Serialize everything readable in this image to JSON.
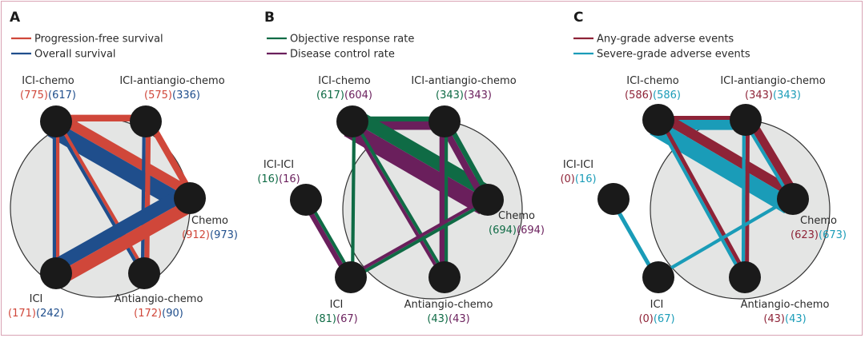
{
  "chart_data": [
    {
      "type": "network",
      "panel": "A",
      "legend": [
        {
          "label": "Progression-free survival",
          "color": "#d0473a"
        },
        {
          "label": "Overall survival",
          "color": "#1f4e8c"
        }
      ],
      "nodes": [
        {
          "id": "ici-chemo",
          "label": "ICI-chemo",
          "counts": [
            "(775)",
            "(617)"
          ]
        },
        {
          "id": "ici-antiangio-chemo",
          "label": "ICI-antiangio-chemo",
          "counts": [
            "(575)",
            "(336)"
          ]
        },
        {
          "id": "chemo",
          "label": "Chemo",
          "counts": [
            "(912)",
            "(973)"
          ]
        },
        {
          "id": "antiangio-chemo",
          "label": "Antiangio-chemo",
          "counts": [
            "(172)",
            "(90)"
          ]
        },
        {
          "id": "ici",
          "label": "ICI",
          "counts": [
            "(171)",
            "(242)"
          ]
        }
      ],
      "edges": [
        {
          "from": "ici-chemo",
          "to": "ici-antiangio-chemo",
          "weights": [
            2,
            0
          ]
        },
        {
          "from": "ici-chemo",
          "to": "chemo",
          "weights": [
            3,
            5
          ]
        },
        {
          "from": "ici-chemo",
          "to": "ici",
          "weights": [
            1,
            1
          ]
        },
        {
          "from": "ici-chemo",
          "to": "antiangio-chemo",
          "weights": [
            1,
            1
          ]
        },
        {
          "from": "ici-antiangio-chemo",
          "to": "chemo",
          "weights": [
            2,
            0
          ]
        },
        {
          "from": "ici-antiangio-chemo",
          "to": "antiangio-chemo",
          "weights": [
            1.5,
            1
          ]
        },
        {
          "from": "chemo",
          "to": "ici",
          "weights": [
            4,
            4
          ]
        }
      ]
    },
    {
      "type": "network",
      "panel": "B",
      "legend": [
        {
          "label": "Objective response rate",
          "color": "#0f6b45"
        },
        {
          "label": "Disease control rate",
          "color": "#6a1f5c"
        }
      ],
      "nodes": [
        {
          "id": "ici-chemo",
          "label": "ICI-chemo",
          "counts": [
            "(617)",
            "(604)"
          ]
        },
        {
          "id": "ici-antiangio-chemo",
          "label": "ICI-antiangio-chemo",
          "counts": [
            "(343)",
            "(343)"
          ]
        },
        {
          "id": "ici-ici",
          "label": "ICI-ICI",
          "counts": [
            "(16)",
            "(16)"
          ]
        },
        {
          "id": "chemo",
          "label": "Chemo",
          "counts": [
            "(694)",
            "(694)"
          ]
        },
        {
          "id": "antiangio-chemo",
          "label": "Antiangio-chemo",
          "counts": [
            "(43)",
            "(43)"
          ]
        },
        {
          "id": "ici",
          "label": "ICI",
          "counts": [
            "(81)",
            "(67)"
          ]
        }
      ],
      "edges": [
        {
          "from": "ici-chemo",
          "to": "ici-antiangio-chemo",
          "weights": [
            1.5,
            2.5
          ]
        },
        {
          "from": "ici-chemo",
          "to": "chemo",
          "weights": [
            4,
            5
          ]
        },
        {
          "from": "ici-chemo",
          "to": "ici",
          "weights": [
            1,
            0
          ]
        },
        {
          "from": "ici-chemo",
          "to": "antiangio-chemo",
          "weights": [
            1,
            1
          ]
        },
        {
          "from": "ici-antiangio-chemo",
          "to": "chemo",
          "weights": [
            1.5,
            2
          ]
        },
        {
          "from": "ici-antiangio-chemo",
          "to": "antiangio-chemo",
          "weights": [
            1,
            1.5
          ]
        },
        {
          "from": "chemo",
          "to": "ici",
          "weights": [
            1,
            1
          ]
        },
        {
          "from": "ici-ici",
          "to": "ici",
          "weights": [
            1,
            1.5
          ]
        }
      ]
    },
    {
      "type": "network",
      "panel": "C",
      "legend": [
        {
          "label": "Any-grade adverse events",
          "color": "#8e2337"
        },
        {
          "label": "Severe-grade adverse events",
          "color": "#1a9cb8"
        }
      ],
      "nodes": [
        {
          "id": "ici-chemo",
          "label": "ICI-chemo",
          "counts": [
            "(586)",
            "(586)"
          ]
        },
        {
          "id": "ici-antiangio-chemo",
          "label": "ICI-antiangio-chemo",
          "counts": [
            "(343)",
            "(343)"
          ]
        },
        {
          "id": "ici-ici",
          "label": "ICI-ICI",
          "counts": [
            "(0)",
            "(16)"
          ]
        },
        {
          "id": "chemo",
          "label": "Chemo",
          "counts": [
            "(623)",
            "(673)"
          ]
        },
        {
          "id": "antiangio-chemo",
          "label": "Antiangio-chemo",
          "counts": [
            "(43)",
            "(43)"
          ]
        },
        {
          "id": "ici",
          "label": "ICI",
          "counts": [
            "(0)",
            "(67)"
          ]
        }
      ],
      "edges": [
        {
          "from": "ici-chemo",
          "to": "ici-antiangio-chemo",
          "weights": [
            1.2,
            3
          ]
        },
        {
          "from": "ici-chemo",
          "to": "chemo",
          "weights": [
            3,
            5
          ]
        },
        {
          "from": "ici-chemo",
          "to": "antiangio-chemo",
          "weights": [
            1.2,
            1
          ]
        },
        {
          "from": "ici-antiangio-chemo",
          "to": "chemo",
          "weights": [
            2.5,
            1
          ]
        },
        {
          "from": "ici-antiangio-chemo",
          "to": "antiangio-chemo",
          "weights": [
            1.2,
            1
          ]
        },
        {
          "from": "chemo",
          "to": "ici",
          "weights": [
            0,
            1
          ]
        },
        {
          "from": "ici-ici",
          "to": "ici",
          "weights": [
            0,
            1.2
          ]
        }
      ]
    }
  ]
}
